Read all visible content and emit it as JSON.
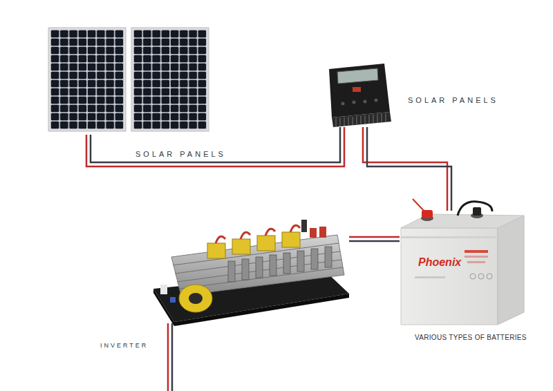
{
  "diagram": {
    "nodes": [
      {
        "text": [
          "SOLAR PANELS"
        ]
      },
      {
        "text": [
          "SOLAR PANELS"
        ]
      },
      {
        "text": [
          "INVERTER"
        ]
      },
      {
        "text": [
          "Phoenix",
          "VARIOUS TYPES OF BATTERIES"
        ]
      }
    ],
    "edges": [
      {
        "from": 0,
        "to": 1,
        "arrow": "none"
      },
      {
        "from": 1,
        "to": 3,
        "arrow": "none"
      },
      {
        "from": 3,
        "to": 2,
        "arrow": "none"
      }
    ]
  }
}
